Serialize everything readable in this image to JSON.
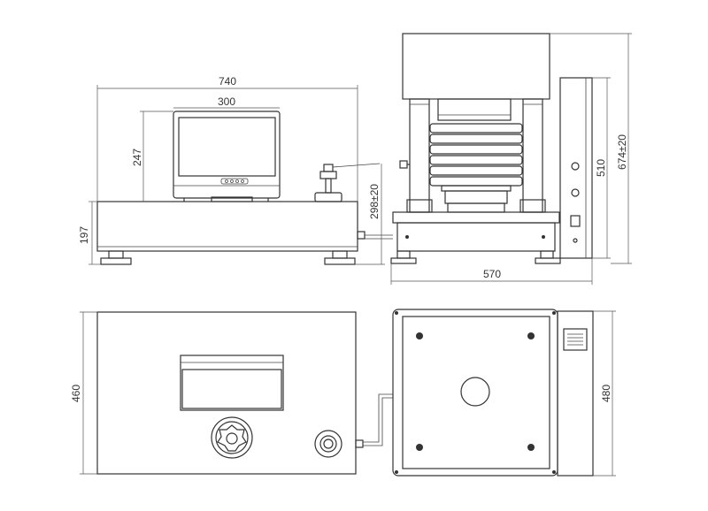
{
  "dimensions": {
    "front_width": "740",
    "monitor_width": "300",
    "monitor_height": "247",
    "base_height": "197",
    "test_height": "298±20",
    "side_depth": "570",
    "column_height": "510",
    "total_height": "674±20",
    "top_depth": "460",
    "right_depth": "480"
  }
}
